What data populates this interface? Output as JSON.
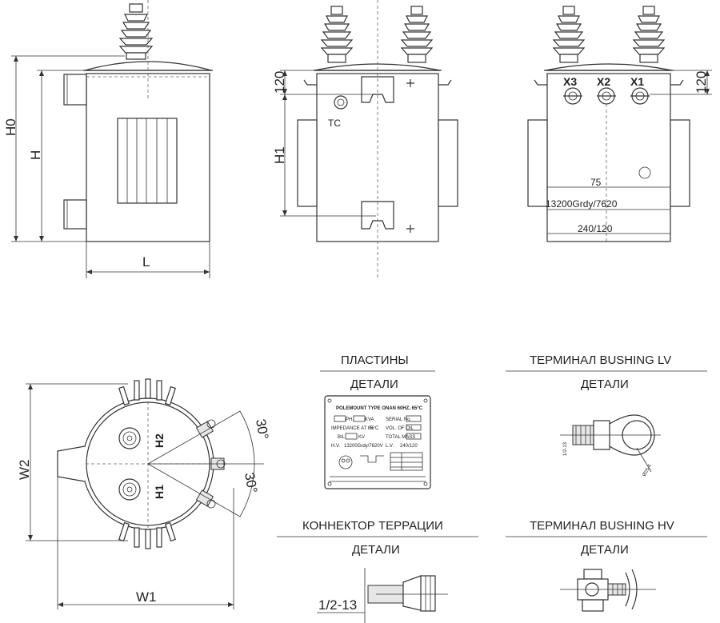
{
  "dimensions": {
    "h0": "H0",
    "h": "H",
    "l": "L",
    "h1": "H1",
    "d120_mid": "120",
    "d120_right": "120",
    "w1": "W1",
    "w2": "W2",
    "angle_upper": "30°",
    "angle_lower": "30°",
    "thread": "1/2-13"
  },
  "labels": {
    "tc": "TC",
    "x3": "X3",
    "x2": "X2",
    "x1": "X1",
    "h1_terminal": "H1",
    "h2_terminal": "H2",
    "rating_75": "75",
    "voltage": "13200Grdy/7620",
    "low_voltage": "240/120"
  },
  "sections": {
    "plates": {
      "title": "ПЛАСТИНЫ",
      "subtitle": "ДЕТАЛИ"
    },
    "lv_bushing": {
      "title": "ТЕРМИНАЛ BUSHING LV",
      "subtitle": "ДЕТАЛИ"
    },
    "ground_connector": {
      "title": "КОННЕКТОР ТЕРРАЦИИ",
      "subtitle": "ДЕТАЛИ"
    },
    "hv_bushing": {
      "title": "ТЕРМИНАЛ BUSHING HV",
      "subtitle": "ДЕТАЛИ"
    }
  },
  "nameplate": {
    "heading": "POLEMOUNT TYPE ONAN 60HZ, 65°C",
    "fields": [
      "PH.",
      "KVA",
      "SERIAL No.",
      "IMPEDANCE AT 85°C",
      "%",
      "VOL. OF OIL",
      "BIL",
      "KV",
      "TOTAL MASS",
      "H.V.",
      "L.V."
    ],
    "values": [
      "13200Grdy/7620V",
      "240/120"
    ]
  }
}
